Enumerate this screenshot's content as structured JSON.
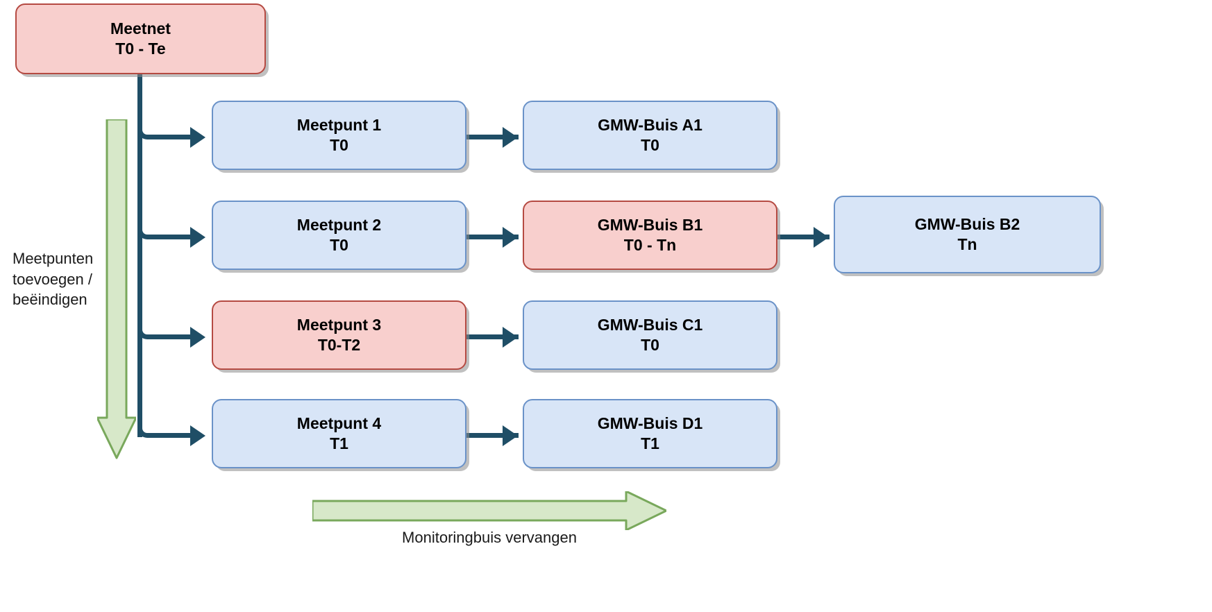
{
  "diagram": {
    "title_node": {
      "id": "meetnet",
      "line1": "Meetnet",
      "line2": "T0 - Te",
      "style": "pink"
    },
    "colors": {
      "box_blue_fill": "#d8e5f7",
      "box_blue_border": "#6a92c8",
      "box_pink_fill": "#f8cfcd",
      "box_pink_border": "#b54a42",
      "connector": "#1f4e66",
      "green_fill": "#d7e8c9",
      "green_border": "#79a85c",
      "background": "#ffffff",
      "text": "#000000"
    },
    "rows": [
      {
        "meetpunt": {
          "line1": "Meetpunt 1",
          "line2": "T0",
          "style": "blue"
        },
        "buis": {
          "line1": "GMW-Buis A1",
          "line2": "T0",
          "style": "blue"
        }
      },
      {
        "meetpunt": {
          "line1": "Meetpunt 2",
          "line2": "T0",
          "style": "blue"
        },
        "buis": {
          "line1": "GMW-Buis B1",
          "line2": "T0 - Tn",
          "style": "pink"
        },
        "buis2": {
          "line1": "GMW-Buis B2",
          "line2": "Tn",
          "style": "blue"
        }
      },
      {
        "meetpunt": {
          "line1": "Meetpunt 3",
          "line2": "T0-T2",
          "style": "pink"
        },
        "buis": {
          "line1": "GMW-Buis C1",
          "line2": "T0",
          "style": "blue"
        }
      },
      {
        "meetpunt": {
          "line1": "Meetpunt 4",
          "line2": "T1",
          "style": "blue"
        },
        "buis": {
          "line1": "GMW-Buis D1",
          "line2": "T1",
          "style": "blue"
        }
      }
    ],
    "annotations": {
      "left_arrow_label": "Meetpunten\ntoevoegen /\nbeëindigen",
      "left_arrow_label_line1": "Meetpunten",
      "left_arrow_label_line2": "toevoegen /",
      "left_arrow_label_line3": "beëindigen",
      "bottom_arrow_label": "Monitoringbuis vervangen",
      "left_arrow_direction": "down",
      "bottom_arrow_direction": "right"
    }
  }
}
